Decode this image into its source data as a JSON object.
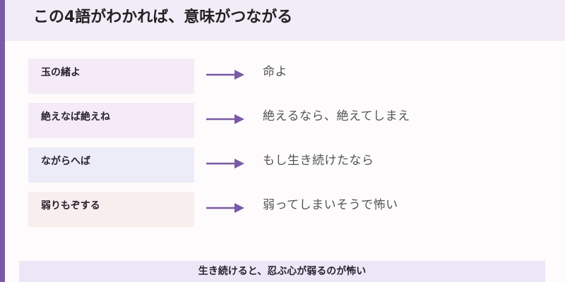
{
  "header": {
    "title": "この4語がわかれば、意味がつながる"
  },
  "rows": [
    {
      "term": "玉の緒よ",
      "meaning": "命よ",
      "box_color": "#f4ebf7"
    },
    {
      "term": "絶えなば絶えね",
      "meaning": "絶えるなら、絶えてしまえ",
      "box_color": "#f4ebf7"
    },
    {
      "term": "ながらへば",
      "meaning": "もし生き続けたなら",
      "box_color": "#ecebf8"
    },
    {
      "term": "弱りもぞする",
      "meaning": "弱ってしまいそうで怖い",
      "box_color": "#f8eeee"
    }
  ],
  "footer": {
    "text": "生き続けると、忍ぶ心が弱るのが怖い"
  },
  "colors": {
    "accent": "#7a5aa6",
    "arrow": "#7a5aa6"
  },
  "icons": {
    "arrow": "arrow-right-icon"
  }
}
